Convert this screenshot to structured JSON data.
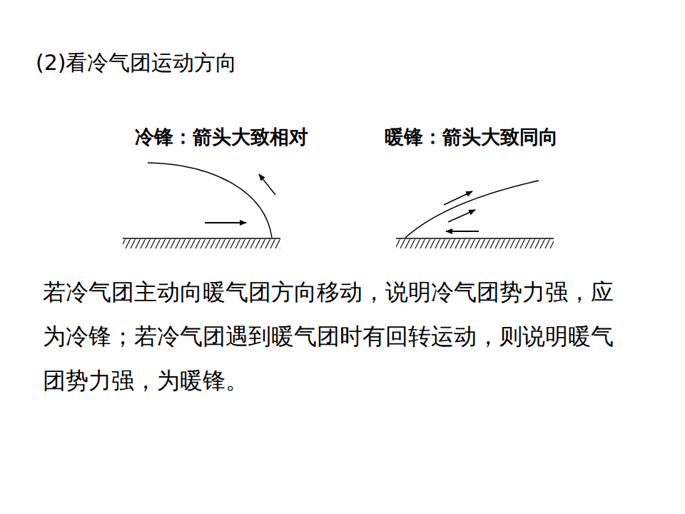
{
  "diagram": {
    "title": "(2)看冷气团运动方向",
    "labels": [
      "冷锋：箭头大致相对",
      "暖锋：箭头大致同向",
      "若冷气团主动向暖气团方向移动，说明冷气团势力强，应为冷锋；若冷气团遇到暖气团时有回转运动，则说明暖气团势力强，为暖锋。"
    ]
  }
}
